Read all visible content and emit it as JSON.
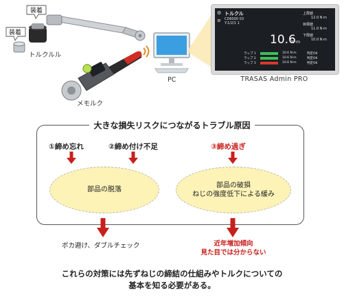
{
  "tools": {
    "install_label_1": "装着",
    "install_label_2": "装着",
    "torque_label": "トルクルル",
    "memoruku_label": "メモルク",
    "pc_label": "PC"
  },
  "screen": {
    "title": "トルクル",
    "line1": "CD6000 03",
    "line2": "Y:1/2/1 1",
    "upper_label": "上限値",
    "upper_value": "12.0 N·m",
    "target_label": "目標値",
    "target_value": "11.0 N·m",
    "lower_label": "下限値",
    "lower_value": "10.0 N·m",
    "big_value": "10.6",
    "big_unit": "N·m",
    "rows": [
      {
        "name": "ラップ 1",
        "value": "10.6 N·m",
        "note": "判定OK"
      },
      {
        "name": "ラップ 2",
        "value": "10.6 N·m",
        "note": "判定OK"
      },
      {
        "name": "ラップ 3",
        "value": "10.6 N·m",
        "note": "判定OK"
      }
    ],
    "bar_colors": [
      "#3fbf5a",
      "#3fbf5a",
      "#d93a2b"
    ]
  },
  "monitor_caption": "TRASAS Admin PRO",
  "diagram": {
    "title": "大きな損失リスクにつながるトラブル原因",
    "causes": [
      "①締め忘れ",
      "②締め付け不足",
      "③締め過ぎ"
    ],
    "results": {
      "left": "部品の脱落",
      "right_line1": "部品の破損",
      "right_line2": "ねじの強度低下による緩み"
    },
    "notes": {
      "left": "ポカ避け、ダブルチェック",
      "right_line1": "近年増加傾向",
      "right_line2": "見た目では分からない"
    }
  },
  "conclusion": {
    "line1": "これらの対策には先ずねじの締結の仕組みやトルクについての",
    "line2": "基本を知る必要がある。"
  },
  "colors": {
    "accent_red": "#c8201d",
    "ellipse_fill": "#fdf3b7",
    "screen_bg": "#1b1f24"
  }
}
